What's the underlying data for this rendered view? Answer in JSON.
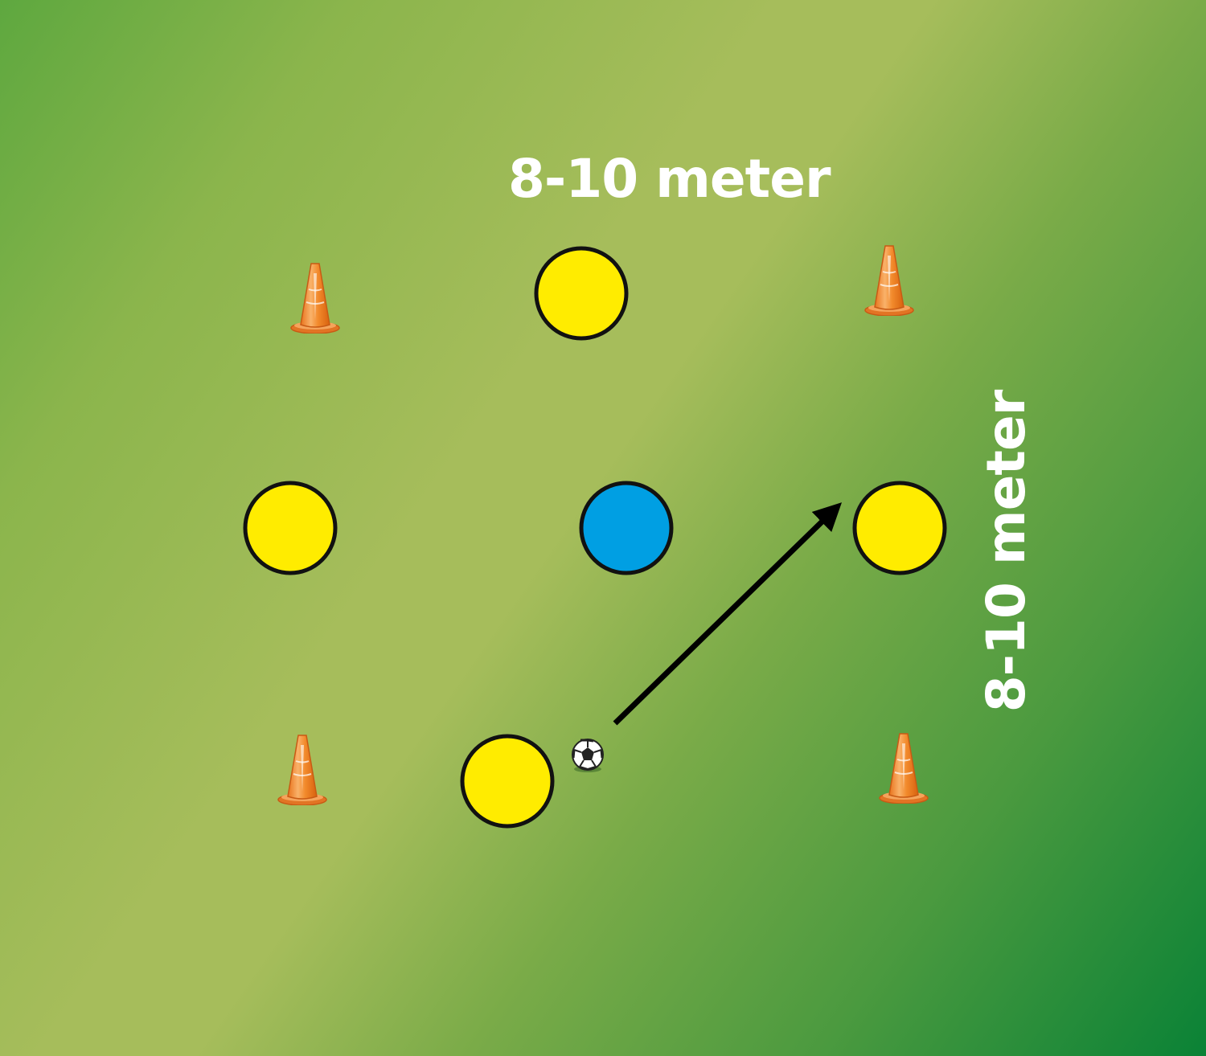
{
  "labels": {
    "top_distance": "8-10 meter",
    "side_distance": "8-10 meter"
  },
  "colors": {
    "attacker": "#ffec00",
    "defender": "#009fe3",
    "cone": "#f39233",
    "outline": "#111111",
    "label": "#ffffff"
  },
  "players": [
    {
      "team": "yellow"
    },
    {
      "team": "yellow"
    },
    {
      "team": "blue"
    },
    {
      "team": "yellow"
    },
    {
      "team": "yellow"
    }
  ],
  "cones": 4,
  "icons": [
    "cone-icon",
    "soccer-ball-icon",
    "arrow-icon"
  ]
}
